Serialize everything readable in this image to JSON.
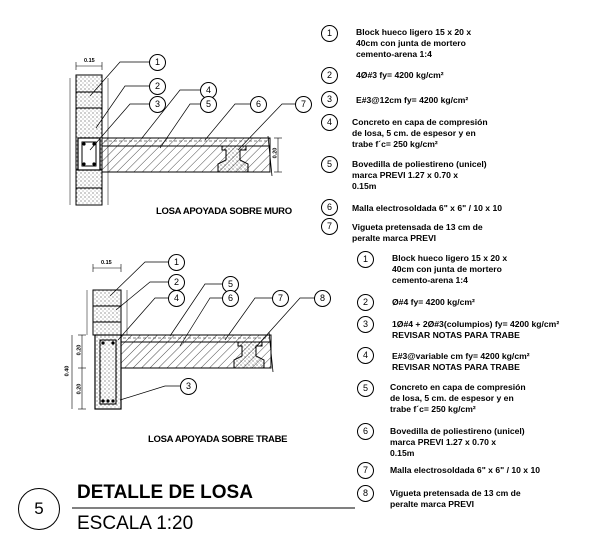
{
  "title": {
    "main": "DETALLE DE LOSA",
    "scale": "ESCALA 1:20",
    "number": "5"
  },
  "detail_top": {
    "caption": "LOSA APOYADA SOBRE MURO",
    "tags": [
      "1",
      "2",
      "3",
      "4",
      "5",
      "6",
      "7"
    ],
    "dims": [
      "0.15",
      "0.20"
    ]
  },
  "detail_bottom": {
    "caption": "LOSA APOYADA SOBRE TRABE",
    "tags": [
      "1",
      "2",
      "4",
      "5",
      "6",
      "7",
      "8",
      "3"
    ],
    "dims": [
      "0.15",
      "0.20",
      "0.40",
      "0.20"
    ]
  },
  "notes_top": [
    {
      "n": "1",
      "text": "Block hueco ligero 15 x 20 x\n40cm con junta de mortero\ncemento-arena 1:4"
    },
    {
      "n": "2",
      "text": "4Ø#3 fy= 4200 kg/cm²"
    },
    {
      "n": "3",
      "text": "E#3@12cm fy= 4200 kg/cm²"
    },
    {
      "n": "4",
      "text": "Concreto en capa de compresión\nde losa, 5 cm. de espesor y en\ntrabe f´c= 250 kg/cm²"
    },
    {
      "n": "5",
      "text": "Bovedilla de poliestireno (unicel)\nmarca PREVI 1.27 x 0.70 x\n0.15m"
    },
    {
      "n": "6",
      "text": "Malla electrosoldada 6\" x 6\" / 10 x 10"
    },
    {
      "n": "7",
      "text": "Vigueta pretensada de 13 cm de\nperalte marca PREVI"
    }
  ],
  "notes_bottom": [
    {
      "n": "1",
      "text": "Block hueco ligero 15 x 20 x\n40cm con junta de mortero\ncemento-arena 1:4"
    },
    {
      "n": "2",
      "text": "Ø#4 fy= 4200 kg/cm²"
    },
    {
      "n": "3",
      "text": "1Ø#4 + 2Ø#3(columpios) fy= 4200 kg/cm²\nREVISAR NOTAS PARA TRABE"
    },
    {
      "n": "4",
      "text": "E#3@variable cm fy= 4200 kg/cm²\nREVISAR NOTAS PARA TRABE"
    },
    {
      "n": "5",
      "text": "Concreto en capa de compresión\nde losa, 5 cm. de espesor y en\ntrabe f´c= 250 kg/cm²"
    },
    {
      "n": "6",
      "text": "Bovedilla de poliestireno (unicel)\nmarca PREVI 1.27 x 0.70 x\n0.15m"
    },
    {
      "n": "7",
      "text": "Malla electrosoldada 6\" x 6\" / 10 x 10"
    },
    {
      "n": "8",
      "text": "Vigueta pretensada de 13 cm de\nperalte marca PREVI"
    }
  ]
}
